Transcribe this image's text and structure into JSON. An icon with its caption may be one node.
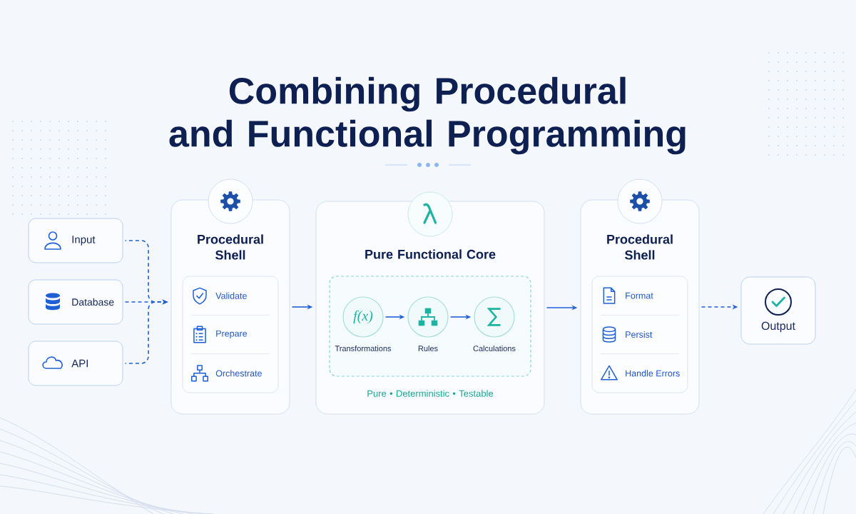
{
  "diagram": {
    "title": "Combining Procedural and Functional Programming",
    "nodes": [
      {
        "text": [
          "Input"
        ]
      },
      {
        "text": [
          "Database"
        ]
      },
      {
        "text": [
          "API"
        ]
      },
      {
        "text": [
          "Procedural Shell"
        ]
      },
      {
        "text": [
          "Validate",
          "Prepare",
          "Orchestrate"
        ],
        "in": 3
      },
      {
        "text": [
          "Pure Functional Core",
          "Pure • Deterministic • Testable"
        ]
      },
      {
        "text": [],
        "shape": "box",
        "in": 5
      },
      {
        "text": [
          "f(x)"
        ],
        "in": 6,
        "beside": [
          "Transformations"
        ]
      },
      {
        "text": [],
        "shape": "circle",
        "in": 6,
        "beside": [
          "Rules"
        ]
      },
      {
        "text": [],
        "shape": "circle",
        "in": 6,
        "beside": [
          "Calculations"
        ]
      },
      {
        "text": [
          "Procedural Shell"
        ]
      },
      {
        "text": [
          "Format",
          "Persist",
          "Handle Errors"
        ],
        "in": 10
      },
      {
        "text": [
          "Output"
        ]
      }
    ],
    "edges": [
      {
        "from": 0,
        "to": 3,
        "arrow": "to",
        "style": "dashed"
      },
      {
        "from": 1,
        "to": 3,
        "arrow": "to",
        "style": "dashed"
      },
      {
        "from": 2,
        "to": 3,
        "arrow": "to",
        "style": "dashed"
      },
      {
        "from": 3,
        "to": 5,
        "arrow": "to"
      },
      {
        "from": 7,
        "to": 8,
        "arrow": "to"
      },
      {
        "from": 8,
        "to": 9,
        "arrow": "to"
      },
      {
        "from": 5,
        "to": 10,
        "arrow": "to"
      },
      {
        "from": 10,
        "to": 12,
        "arrow": "to",
        "style": "dashed"
      }
    ]
  }
}
